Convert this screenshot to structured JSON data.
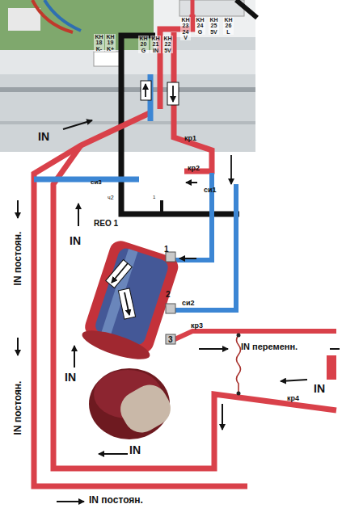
{
  "diagram": {
    "labels": [
      "KH 18 K-",
      "KH 19 K+",
      "KH 20 G",
      "KH 21 IN",
      "KH 22 5V",
      "KH 23 24 V",
      "KH 24 G",
      "KH 25 5V",
      "KH 26 L",
      "IN",
      "кр1",
      "кр2",
      "си1",
      "си3",
      "ч2",
      "1",
      "REO 1",
      "1",
      "2",
      "си2",
      "кр3",
      "3",
      "IN переменн.",
      "IN",
      "кр4",
      "IN",
      "IN",
      "IN",
      "IN постоян.",
      "IN постоян.",
      "IN постоян."
    ]
  }
}
